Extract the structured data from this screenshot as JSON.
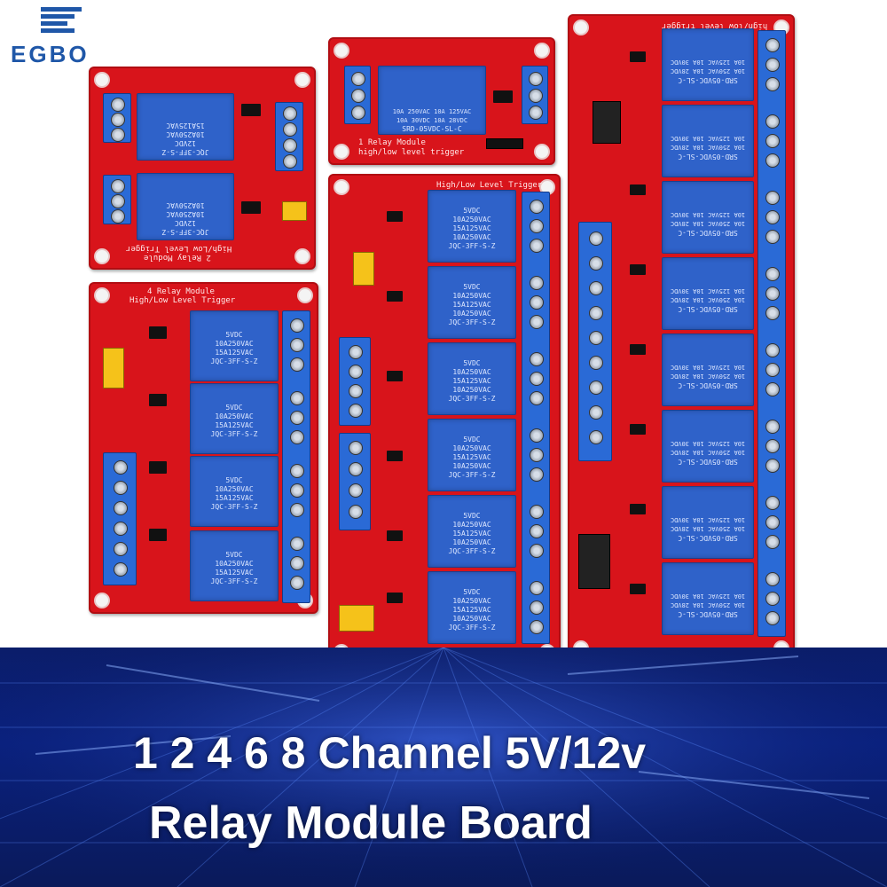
{
  "brand": {
    "name": "EGBO"
  },
  "caption": {
    "line1": "1 2 4 6 8 Channel 5V/12v",
    "line2": "Relay Module Board"
  },
  "boards": {
    "two_channel": {
      "title": "2 Relay Module",
      "trigger": "High/Low Level Trigger",
      "relay_model": "JQC-3FF-S-Z",
      "relay_specs": [
        "12VDC",
        "10A250VAC",
        "15A125VAC",
        "10A250VAC"
      ]
    },
    "one_channel": {
      "title": "1 Relay Module",
      "trigger": "high/low level trigger",
      "relay_model": "SRD-05VDC-SL-C",
      "relay_specs": [
        "10A 250VAC",
        "10A 125VAC",
        "10A 30VDC",
        "10A 28VDC"
      ]
    },
    "four_channel": {
      "title": "4 Relay Module",
      "trigger": "High/Low Level Trigger",
      "relay_model": "JQC-3FF-S-Z",
      "relay_specs": [
        "5VDC",
        "10A250VAC",
        "15A125VAC",
        "10A250VAC"
      ]
    },
    "six_channel": {
      "trigger": "High/Low Level Trigger",
      "relay_model": "JQC-3FF-S-Z",
      "relay_specs": [
        "5VDC",
        "10A250VAC",
        "15A125VAC",
        "10A250VAC"
      ]
    },
    "eight_channel": {
      "trigger": "high/low level trigger",
      "relay_model": "SRD-05VDC-SL-C",
      "relay_specs": [
        "10A 250VAC",
        "10A 125VAC",
        "10A 30VDC",
        "10A 28VDC"
      ]
    }
  },
  "colors": {
    "board": "#d8141b",
    "relay": "#2f62c9",
    "terminal": "#2a6ad6",
    "brand": "#1f57a8",
    "background_floor": "#0b1d6a"
  }
}
